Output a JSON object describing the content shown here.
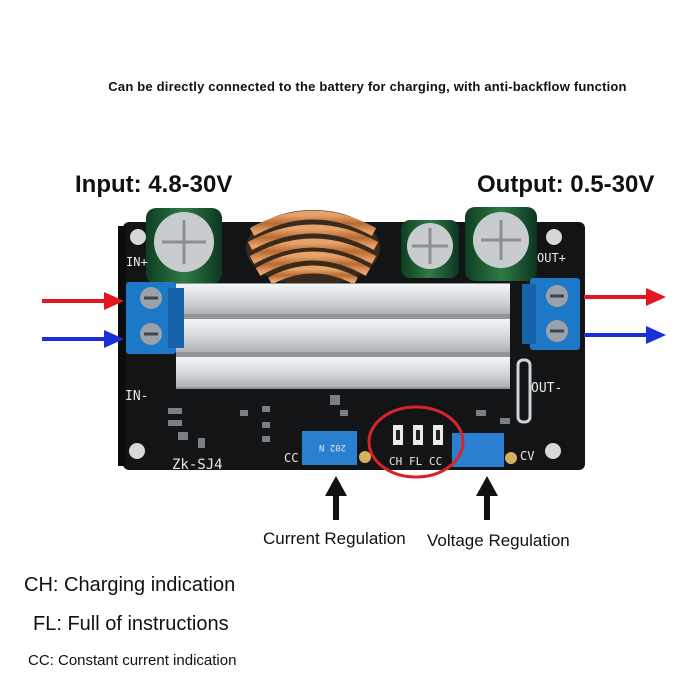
{
  "headline": "Can be directly connected to the battery for charging, with anti-backflow function",
  "labels": {
    "input": "Input: 4.8-30V",
    "output": "Output: 0.5-30V",
    "current_regulation": "Current Regulation",
    "voltage_regulation": "Voltage Regulation"
  },
  "legend": {
    "ch": "CH: Charging indication",
    "fl": "FL: Full of instructions",
    "cc": "CC: Constant current indication"
  },
  "board_silkscreen": {
    "in_plus": "IN+",
    "in_minus": "IN-",
    "out_plus": "OUT+",
    "out_minus": "OUT-",
    "model": "Zk-SJ4",
    "cc": "CC",
    "cv": "CV",
    "led_ch": "CH",
    "led_fl": "FL",
    "led_cc": "CC"
  },
  "colors": {
    "input_positive_arrow": "#e3171d",
    "input_negative_arrow": "#1a2fd8",
    "highlight_ring": "#d9232c",
    "pcb": "#121416",
    "terminal_block": "#1d78c8",
    "heatsink": "#d9dde0"
  }
}
